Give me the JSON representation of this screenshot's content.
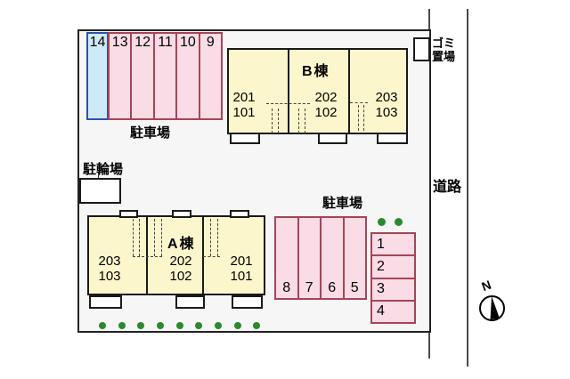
{
  "plot": {
    "north_parking": {
      "label": "駐車場",
      "spaces": [
        "14",
        "13",
        "12",
        "11",
        "10",
        "9"
      ],
      "highlighted_space": "14"
    },
    "south_parking": {
      "label": "駐車場",
      "row_spaces": [
        "8",
        "7",
        "6",
        "5"
      ],
      "column_spaces": [
        "1",
        "2",
        "3",
        "4"
      ]
    },
    "building_a": {
      "name": "A棟",
      "units": [
        {
          "upper": "203",
          "lower": "103"
        },
        {
          "upper": "202",
          "lower": "102"
        },
        {
          "upper": "201",
          "lower": "101"
        }
      ]
    },
    "building_b": {
      "name": "B棟",
      "units": [
        {
          "upper": "201",
          "lower": "101"
        },
        {
          "upper": "202",
          "lower": "102"
        },
        {
          "upper": "203",
          "lower": "103"
        }
      ]
    },
    "bicycle_parking_label": "駐輪場",
    "garbage_label_lines": [
      "ゴミ",
      "置場"
    ],
    "road_label": "道路",
    "compass_label": "N",
    "greenery": {
      "bottom_row_dots": 9,
      "side_pair_dots": 2
    }
  },
  "colors": {
    "pink_fill": "#f9dce6",
    "pink_border": "#a84456",
    "blue_fill": "#cfeaf6",
    "blue_border": "#3050b0",
    "building_fill": "#fbf6cc",
    "line_dark": "#1a1a1a",
    "tree_green": "#2b8a2b",
    "plot_bg": "#f6f6f6"
  }
}
